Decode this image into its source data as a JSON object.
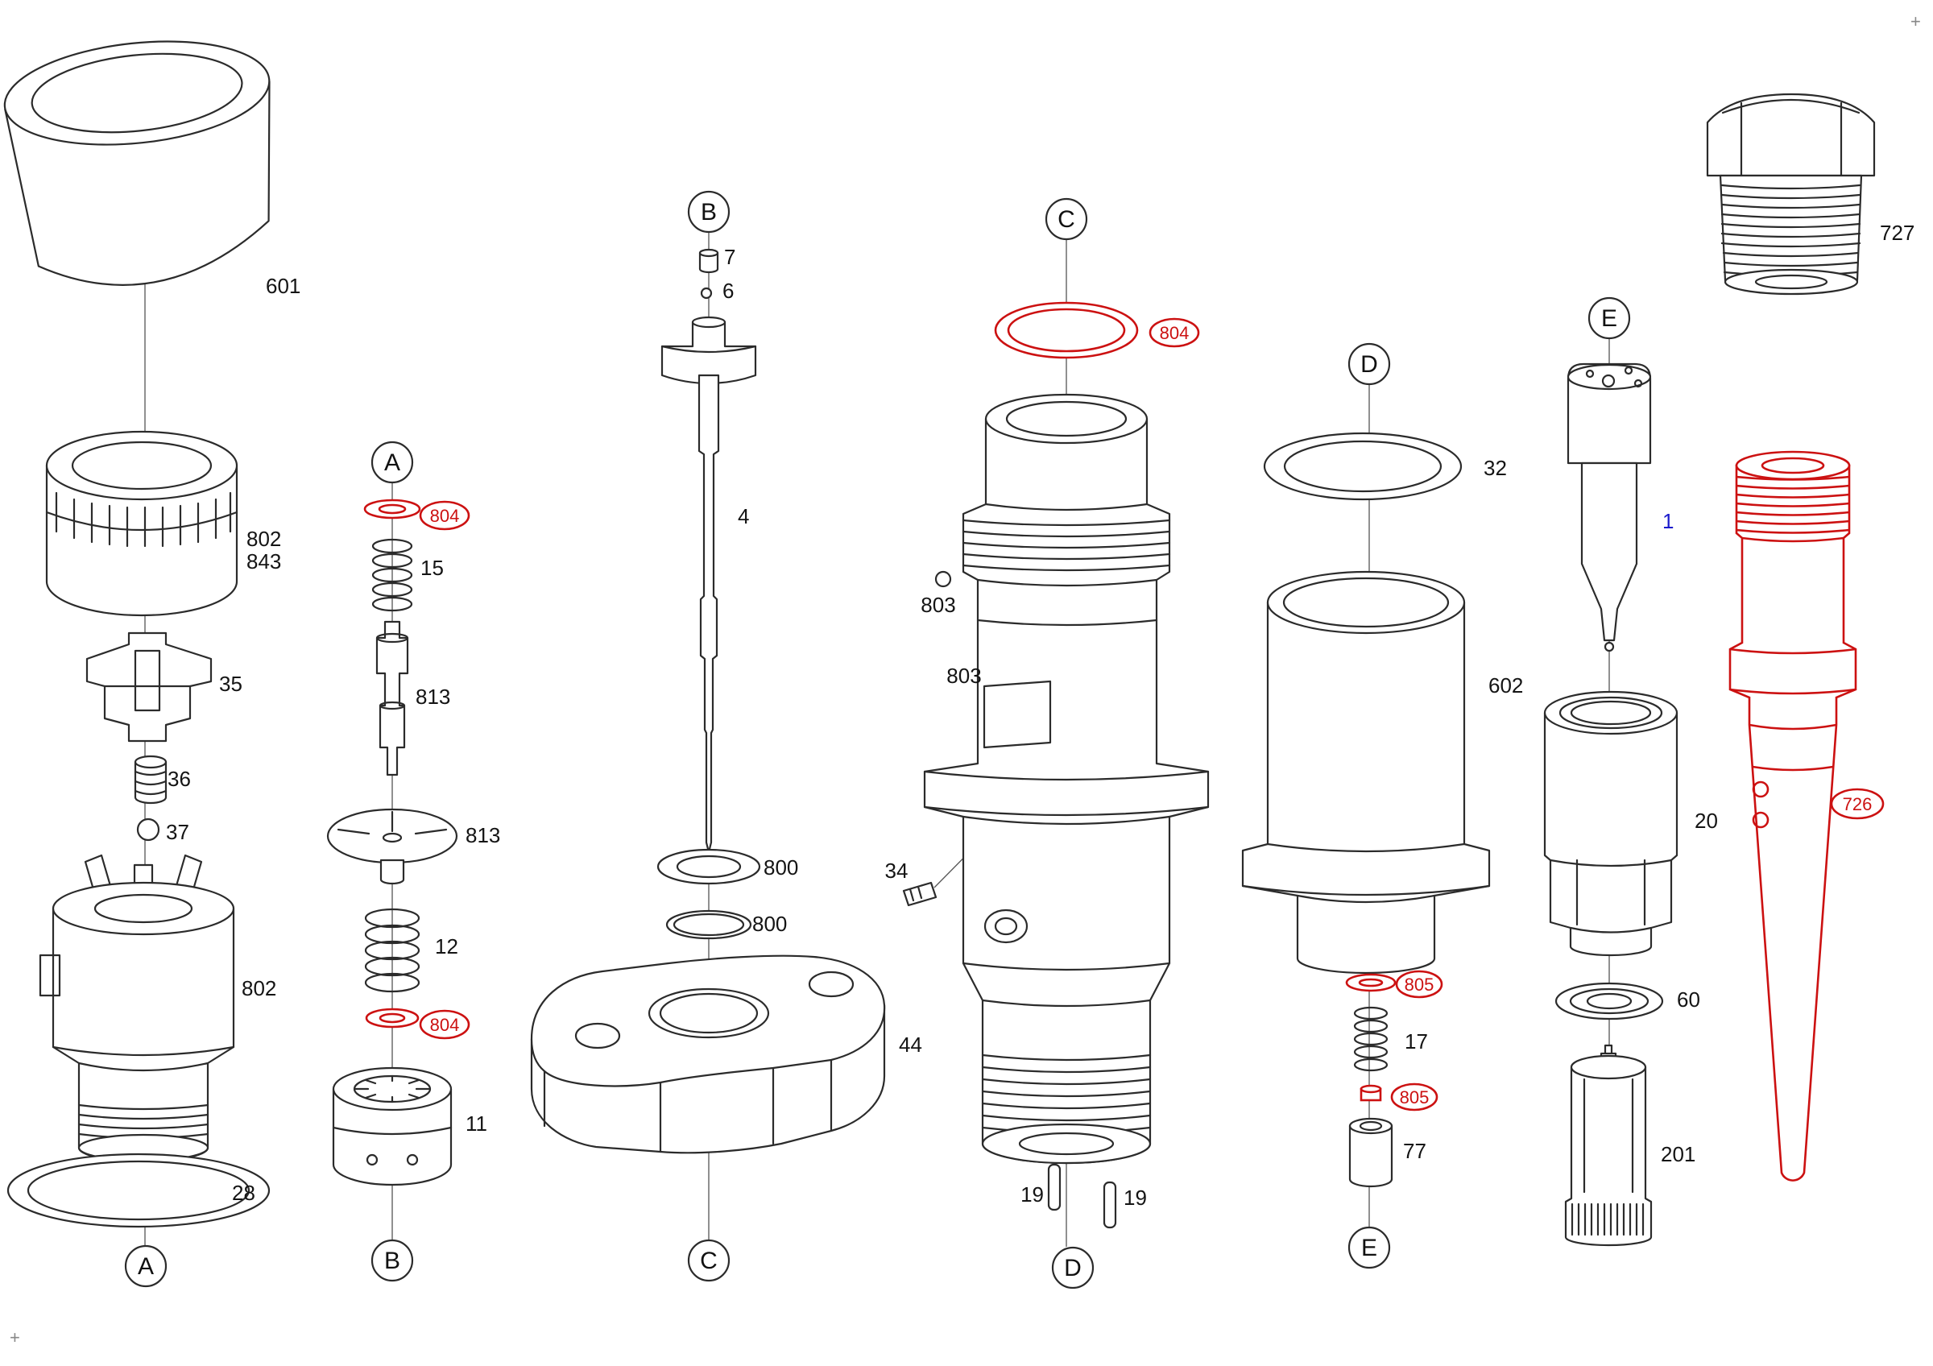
{
  "colors": {
    "line": "#2b2b2b",
    "red": "#cc1111",
    "blue": "#1a1acc",
    "muted": "#888888"
  },
  "markers": {
    "a_top": "A",
    "b_top": "B",
    "c_top": "C",
    "d_top": "D",
    "e_top": "E",
    "a_bottom": "A",
    "b_bottom": "B",
    "c_bottom": "C",
    "d_bottom": "D",
    "e_bottom": "E"
  },
  "parts": {
    "cap_601": "601",
    "nut_802": "802",
    "nut_843": "843",
    "clip_35": "35",
    "filter_36": "36",
    "ball_37": "37",
    "valve_body_802": "802",
    "o_ring_28": "28",
    "seal_804_upper": "804",
    "spring_15": "15",
    "pin_813": "813",
    "plate_813": "813",
    "spring_12": "12",
    "seal_804_lower": "804",
    "spline_nut_11": "11",
    "cap_7": "7",
    "ball_6": "6",
    "valve_set_4": "4",
    "ring_800_upper": "800",
    "ring_800_lower": "800",
    "clamp_44": "44",
    "o_ring_804": "804",
    "ball_803": "803",
    "body_803": "803",
    "pin_34": "34",
    "dowel_19_left": "19",
    "dowel_19_right": "19",
    "ring_32": "32",
    "cup_602": "602",
    "seal_805_upper": "805",
    "spring_17": "17",
    "seal_805_lower": "805",
    "sleeve_77": "77",
    "valve_1": "1",
    "nut_20": "20",
    "washer_60": "60",
    "nozzle_201": "201",
    "fitting_727": "727",
    "tube_726": "726"
  },
  "corner_marks": {
    "top_right": "+",
    "bottom_left": "+"
  }
}
